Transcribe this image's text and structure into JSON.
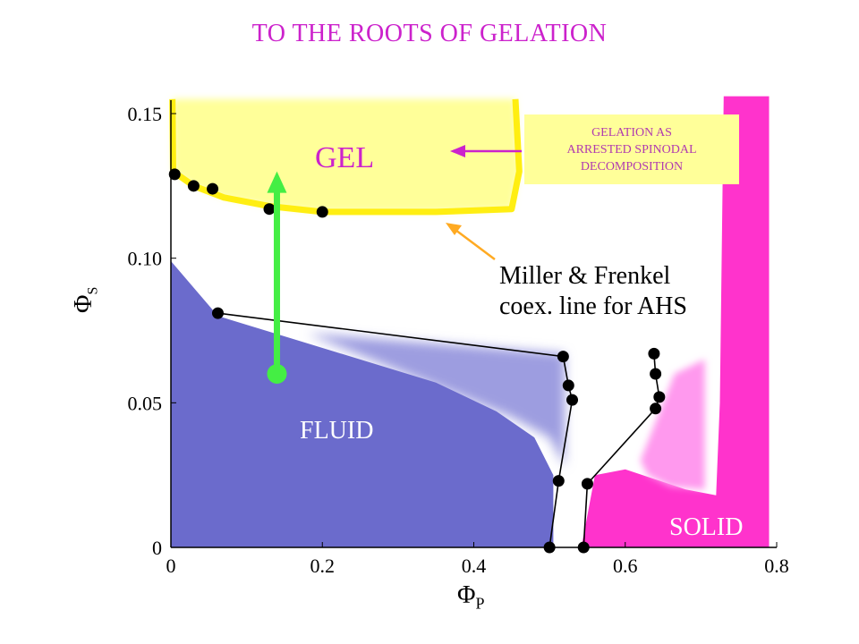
{
  "title": "TO THE ROOTS OF GELATION",
  "callout": {
    "lines": [
      "GELATION AS",
      "ARRESTED SPINODAL",
      "DECOMPOSITION"
    ]
  },
  "region_labels": {
    "gel": "GEL",
    "fluid": "FLUID",
    "solid": "SOLID"
  },
  "annotation": {
    "line1": "Miller & Frenkel",
    "line2": "coex. line for AHS"
  },
  "axis_labels": {
    "y_symbol": "Φ",
    "y_sub": "S",
    "x_symbol": "Φ",
    "x_sub": "P"
  },
  "colors": {
    "title": "#cc22cc",
    "gel_fill": "#ffff99",
    "gel_line": "#ffee11",
    "fluid": "#6b6bcc",
    "solid": "#ff33cc",
    "solid_light": "#ff99ee",
    "arrow_green": "#44ee44",
    "arrow_magenta": "#cc22cc",
    "arrow_orange": "#ffaa22"
  },
  "chart_data": {
    "type": "scatter",
    "xlim": [
      0,
      0.8
    ],
    "ylim": [
      0,
      0.15
    ],
    "x_ticks": [
      0,
      0.2,
      0.4,
      0.6,
      0.8
    ],
    "x_tick_labels": [
      "0",
      "0.2",
      "0.4",
      "0.6",
      "0.8"
    ],
    "y_ticks": [
      0,
      0.05,
      0.1,
      0.15
    ],
    "y_tick_labels": [
      "0",
      "0.05",
      "0.10",
      "0.15"
    ],
    "grid": false,
    "regions": {
      "fluid": [
        [
          0,
          0
        ],
        [
          0,
          0.099
        ],
        [
          0.062,
          0.08
        ],
        [
          0.35,
          0.057
        ],
        [
          0.43,
          0.047
        ],
        [
          0.48,
          0.038
        ],
        [
          0.505,
          0.025
        ],
        [
          0.505,
          0
        ]
      ],
      "fluid_shading": [
        [
          0.18,
          0.074
        ],
        [
          0.52,
          0.067
        ],
        [
          0.52,
          0.028
        ],
        [
          0.5,
          0.038
        ],
        [
          0.45,
          0.045
        ]
      ],
      "gel": [
        [
          0.002,
          0.155
        ],
        [
          0.003,
          0.13
        ],
        [
          0.03,
          0.125
        ],
        [
          0.07,
          0.121
        ],
        [
          0.13,
          0.118
        ],
        [
          0.2,
          0.116
        ],
        [
          0.35,
          0.116
        ],
        [
          0.45,
          0.117
        ],
        [
          0.46,
          0.13
        ],
        [
          0.455,
          0.155
        ]
      ],
      "solid": [
        [
          0.73,
          0.156
        ],
        [
          0.79,
          0.156
        ],
        [
          0.79,
          0
        ],
        [
          0.542,
          0
        ],
        [
          0.56,
          0.025
        ],
        [
          0.6,
          0.027
        ],
        [
          0.68,
          0.02
        ],
        [
          0.72,
          0.018
        ],
        [
          0.725,
          0.05
        ]
      ],
      "solid_light": [
        [
          0.62,
          0.03
        ],
        [
          0.665,
          0.06
        ],
        [
          0.705,
          0.065
        ],
        [
          0.705,
          0.02
        ],
        [
          0.66,
          0.021
        ],
        [
          0.63,
          0.025
        ]
      ]
    },
    "series": [
      {
        "points": [
          [
            0.005,
            0.129
          ],
          [
            0.03,
            0.125
          ],
          [
            0.055,
            0.124
          ],
          [
            0.13,
            0.117
          ],
          [
            0.2,
            0.116
          ]
        ]
      },
      {
        "points": [
          [
            0.062,
            0.081
          ],
          [
            0.518,
            0.066
          ],
          [
            0.525,
            0.056
          ],
          [
            0.53,
            0.051
          ],
          [
            0.512,
            0.023
          ],
          [
            0.5,
            0
          ]
        ]
      },
      {
        "points": [
          [
            0.545,
            0
          ],
          [
            0.55,
            0.022
          ],
          [
            0.64,
            0.048
          ],
          [
            0.645,
            0.052
          ],
          [
            0.64,
            0.06
          ],
          [
            0.638,
            0.067
          ]
        ]
      }
    ],
    "arrows": [
      {
        "from": [
          0.14,
          0.06
        ],
        "to": [
          0.14,
          0.13
        ]
      }
    ]
  }
}
